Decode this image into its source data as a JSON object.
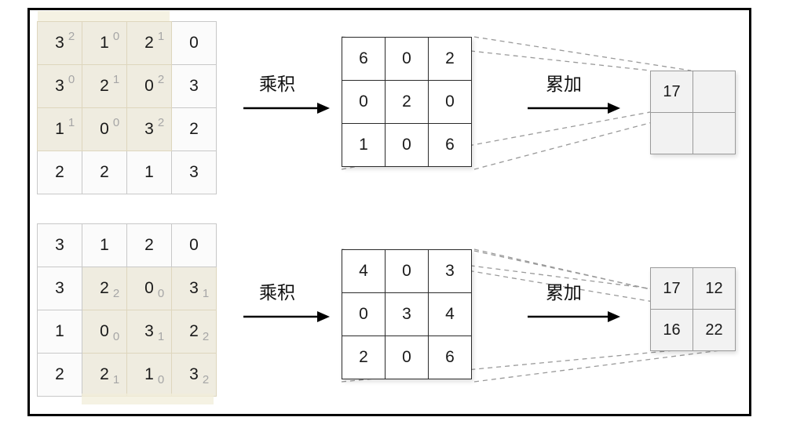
{
  "diagram": {
    "title": "convolution-product-accumulate",
    "labels": {
      "product": "乘积",
      "accumulate": "累加"
    },
    "colors": {
      "highlight": "#efece0",
      "highlight_band": "#f2edd9",
      "kernel_digit": "#a6a6a6",
      "frame": "#000000",
      "output_fill": "#f2f2f2",
      "dash": "#9a9a9a"
    }
  },
  "rows": [
    {
      "name": "top-row",
      "input": {
        "values": [
          [
            "3",
            "1",
            "2",
            "0"
          ],
          [
            "3",
            "2",
            "0",
            "3"
          ],
          [
            "1",
            "0",
            "3",
            "2"
          ],
          [
            "2",
            "2",
            "1",
            "3"
          ]
        ],
        "kernel_overlay": [
          [
            "2",
            "0",
            "1",
            ""
          ],
          [
            "0",
            "1",
            "2",
            ""
          ],
          [
            "1",
            "0",
            "2",
            ""
          ],
          [
            "",
            "",
            "",
            ""
          ]
        ],
        "kernel_position": "sup",
        "highlight": {
          "row_start": 0,
          "col_start": 0,
          "size": 3
        }
      },
      "product": {
        "values": [
          [
            "6",
            "0",
            "2"
          ],
          [
            "0",
            "2",
            "0"
          ],
          [
            "1",
            "0",
            "6"
          ]
        ]
      },
      "output": {
        "values": [
          [
            "17",
            ""
          ],
          [
            "",
            ""
          ]
        ],
        "active_cell": {
          "row": 0,
          "col": 0
        }
      }
    },
    {
      "name": "bottom-row",
      "input": {
        "values": [
          [
            "3",
            "1",
            "2",
            "0"
          ],
          [
            "3",
            "2",
            "0",
            "3"
          ],
          [
            "1",
            "0",
            "3",
            "2"
          ],
          [
            "2",
            "2",
            "1",
            "3"
          ]
        ],
        "kernel_overlay": [
          [
            "",
            "",
            "",
            ""
          ],
          [
            "",
            "2",
            "0",
            "1"
          ],
          [
            "",
            "0",
            "1",
            "2"
          ],
          [
            "",
            "1",
            "0",
            "2"
          ]
        ],
        "kernel_position": "sub",
        "highlight": {
          "row_start": 1,
          "col_start": 1,
          "size": 3
        }
      },
      "product": {
        "values": [
          [
            "4",
            "0",
            "3"
          ],
          [
            "0",
            "3",
            "4"
          ],
          [
            "2",
            "0",
            "6"
          ]
        ]
      },
      "output": {
        "values": [
          [
            "17",
            "12"
          ],
          [
            "16",
            "22"
          ]
        ],
        "active_cell": {
          "row": 1,
          "col": 1
        }
      }
    }
  ]
}
